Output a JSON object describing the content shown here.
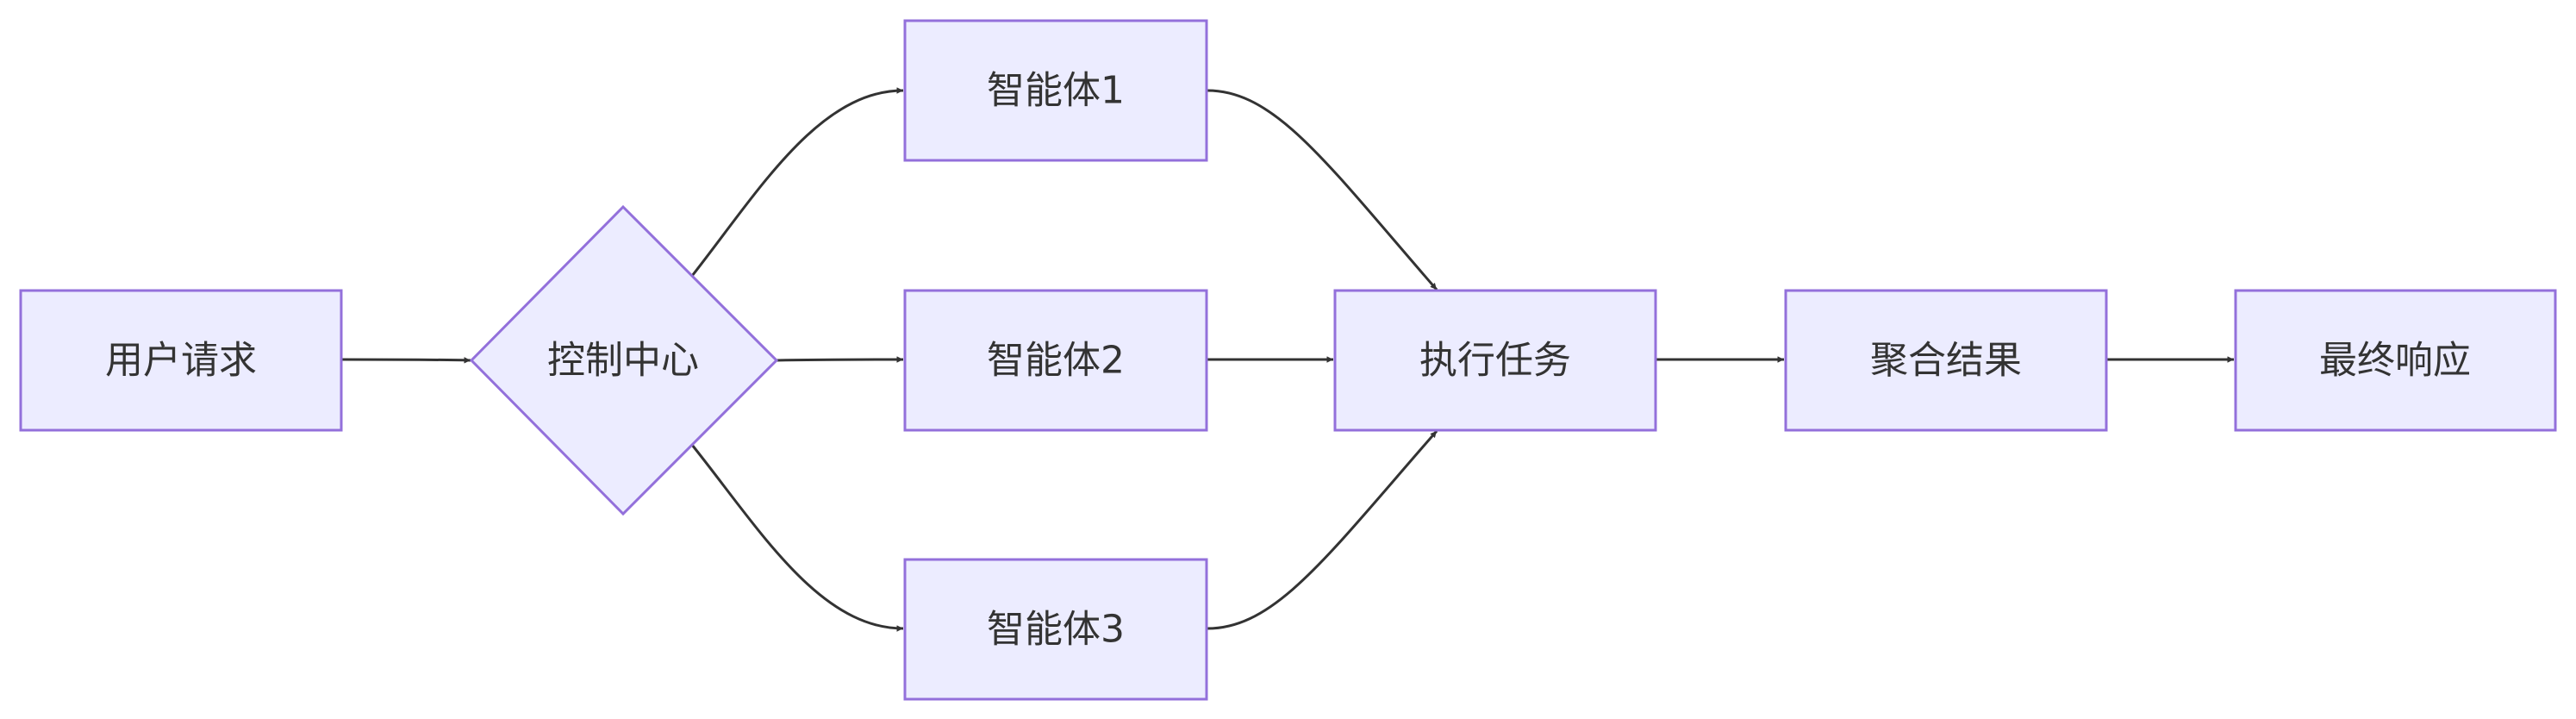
{
  "diagram": {
    "type": "flowchart",
    "direction": "left-to-right",
    "colors": {
      "node_fill": "#ECECFF",
      "node_border": "#9370DB",
      "edge": "#333333",
      "text": "#333333",
      "background": "#FFFFFF"
    },
    "nodes": {
      "user_request": {
        "label": "用户请求",
        "shape": "rectangle"
      },
      "control_center": {
        "label": "控制中心",
        "shape": "diamond"
      },
      "agent1": {
        "label": "智能体1",
        "shape": "rectangle"
      },
      "agent2": {
        "label": "智能体2",
        "shape": "rectangle"
      },
      "agent3": {
        "label": "智能体3",
        "shape": "rectangle"
      },
      "execute_task": {
        "label": "执行任务",
        "shape": "rectangle"
      },
      "aggregate_results": {
        "label": "聚合结果",
        "shape": "rectangle"
      },
      "final_response": {
        "label": "最终响应",
        "shape": "rectangle"
      }
    },
    "edges": [
      {
        "from": "user_request",
        "to": "control_center"
      },
      {
        "from": "control_center",
        "to": "agent1"
      },
      {
        "from": "control_center",
        "to": "agent2"
      },
      {
        "from": "control_center",
        "to": "agent3"
      },
      {
        "from": "agent1",
        "to": "execute_task"
      },
      {
        "from": "agent2",
        "to": "execute_task"
      },
      {
        "from": "agent3",
        "to": "execute_task"
      },
      {
        "from": "execute_task",
        "to": "aggregate_results"
      },
      {
        "from": "aggregate_results",
        "to": "final_response"
      }
    ]
  }
}
